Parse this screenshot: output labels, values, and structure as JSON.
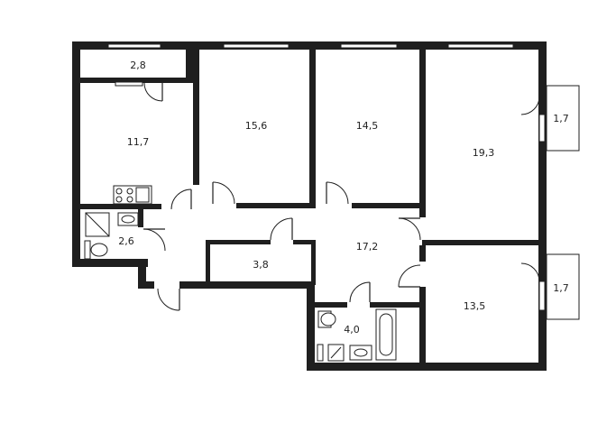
{
  "floorplan": {
    "rooms": [
      {
        "id": "balcony-top-left",
        "area": "2,8"
      },
      {
        "id": "kitchen",
        "area": "11,7"
      },
      {
        "id": "bedroom-1",
        "area": "15,6"
      },
      {
        "id": "bedroom-2",
        "area": "14,5"
      },
      {
        "id": "living-room",
        "area": "19,3"
      },
      {
        "id": "balcony-right-upper",
        "area": "1,7"
      },
      {
        "id": "bathroom-small",
        "area": "2,6"
      },
      {
        "id": "storage",
        "area": "3,8"
      },
      {
        "id": "hall",
        "area": "17,2"
      },
      {
        "id": "balcony-right-lower",
        "area": "1,7"
      },
      {
        "id": "bedroom-3",
        "area": "13,5"
      },
      {
        "id": "bathroom-large",
        "area": "4,0"
      }
    ],
    "colors": {
      "wall": "#1f1f1f",
      "background": "#ffffff"
    }
  }
}
